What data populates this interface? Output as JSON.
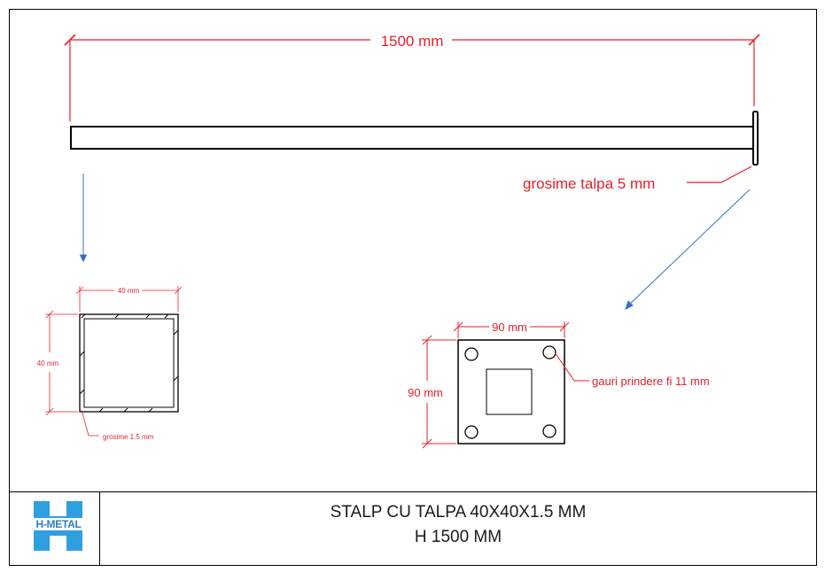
{
  "dimensions": {
    "length": "1500 mm",
    "plate_thickness": "grosime talpa 5 mm",
    "tube_width": "40 mm",
    "tube_height": "40 mm",
    "wall_thickness": "grosime 1.5 mm",
    "plate_width": "90 mm",
    "plate_height": "90 mm",
    "holes": "gauri prindere fi 11 mm"
  },
  "title_block": {
    "line1": "STALP CU TALPA 40X40X1.5 MM",
    "line2": "H 1500 MM",
    "logo_text": "H-METAL"
  },
  "colors": {
    "dimension": "#e8202a",
    "outline": "#000000",
    "leader": "#3a6fc4",
    "logo": "#2f9fe0"
  }
}
